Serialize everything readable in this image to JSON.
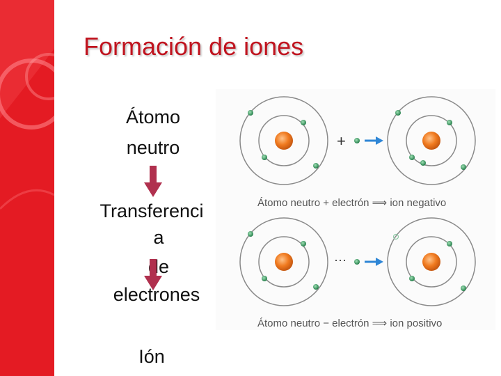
{
  "slide": {
    "title": "Formación de iones",
    "left_column": {
      "line_atomo": "Átomo",
      "line_neutro": "neutro",
      "line_transfer": "Transferenci",
      "line_a": "a",
      "line_de": "de",
      "line_electrones": "electrones",
      "line_ion": "Ión"
    }
  },
  "figure": {
    "caption_negative": "Átomo neutro + electrón ⟹ ion negativo",
    "caption_positive": "Átomo neutro − electrón ⟹ ion positivo",
    "plus_sign": "+",
    "ellipsis": "···",
    "colors": {
      "nucleus": "#f07a1f",
      "electron": "#2e9e5e",
      "orbit": "#8a8a8a",
      "reaction_arrow": "#2e86d6"
    }
  },
  "theme": {
    "accent_red": "#e41b23",
    "title_color": "#c0141f",
    "down_arrow_color": "#b0304e"
  }
}
